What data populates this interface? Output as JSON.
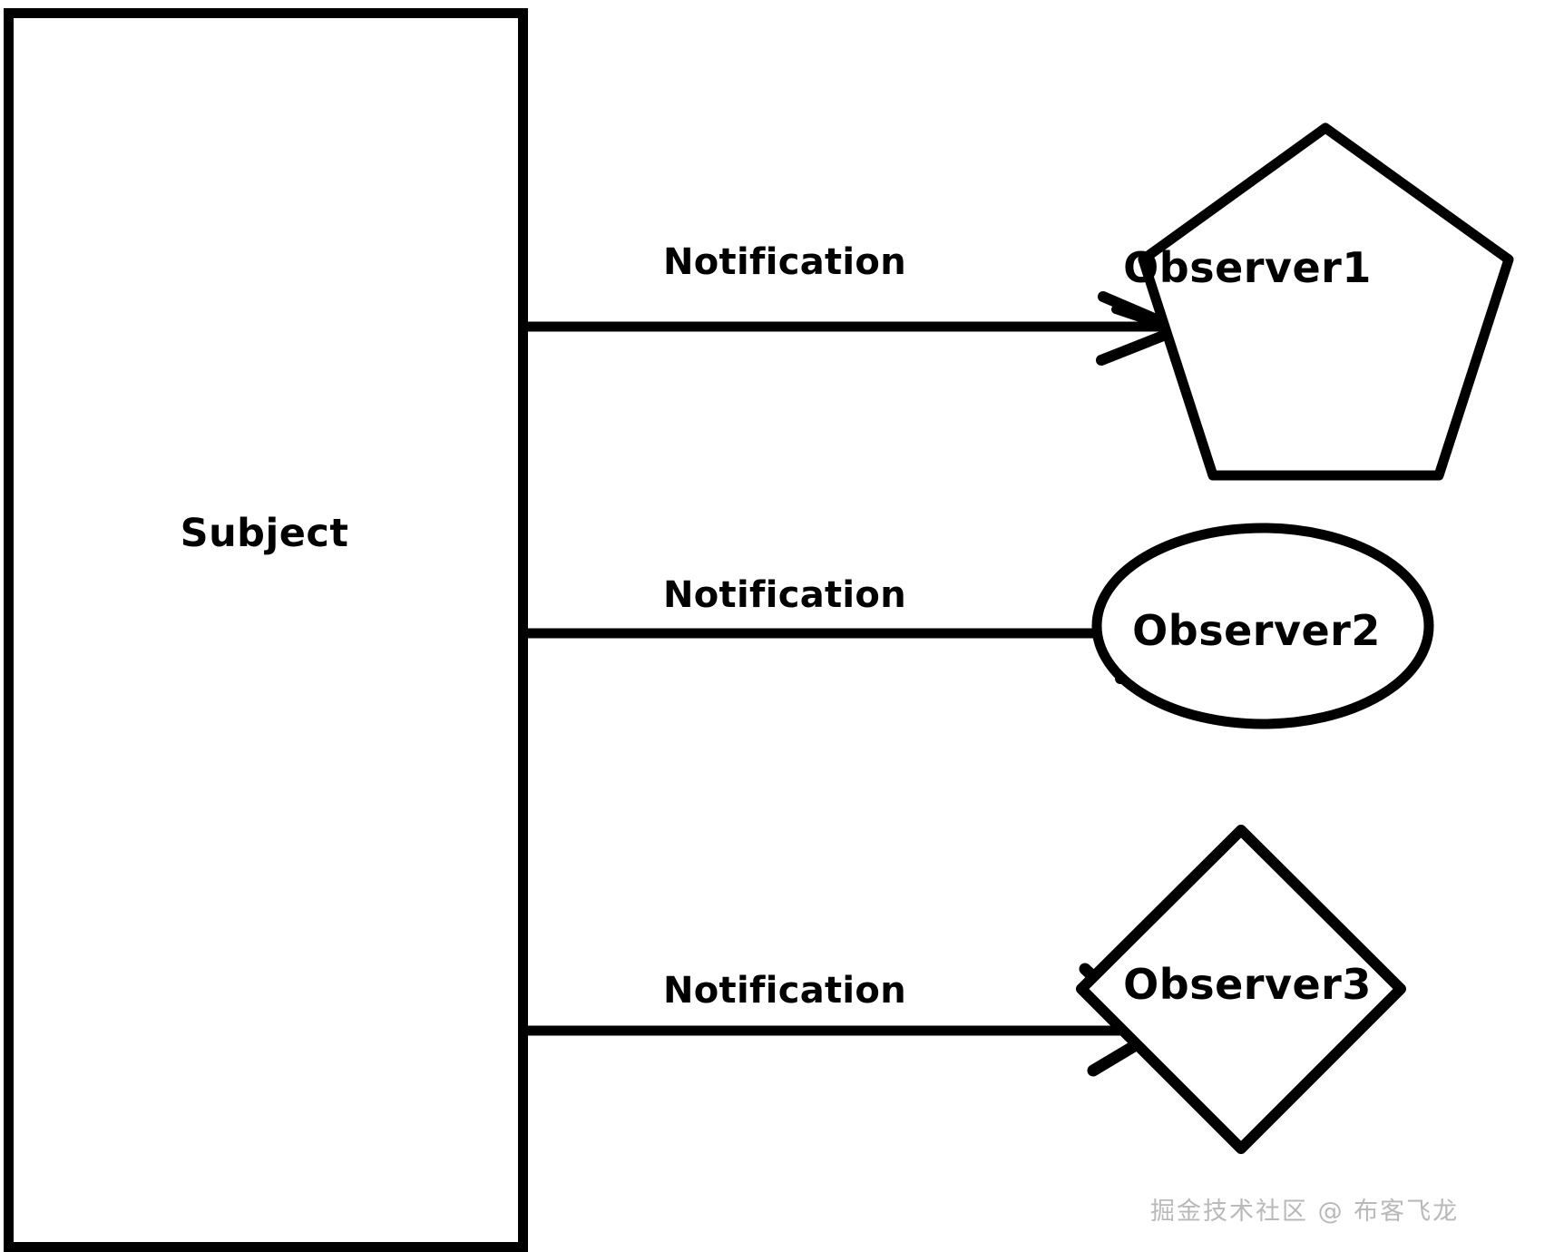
{
  "diagram": {
    "title": "Observer pattern diagram",
    "background_color": "#ffffff",
    "stroke_color": "#000000",
    "nodes": [
      {
        "id": "subject",
        "label": "Subject",
        "shape": "rectangle"
      },
      {
        "id": "observer1",
        "label": "Observer1",
        "shape": "pentagon"
      },
      {
        "id": "observer2",
        "label": "Observer2",
        "shape": "ellipse"
      },
      {
        "id": "observer3",
        "label": "Observer3",
        "shape": "diamond"
      }
    ],
    "edges": [
      {
        "id": "edge-1",
        "label": "Notification",
        "from": "subject",
        "to": "observer1"
      },
      {
        "id": "edge-2",
        "label": "Notification",
        "from": "subject",
        "to": "observer2"
      },
      {
        "id": "edge-3",
        "label": "Notification",
        "from": "subject",
        "to": "observer3"
      }
    ]
  },
  "watermark": {
    "text": "掘金技术社区 @ 布客飞龙",
    "color": "#b9b9b9"
  }
}
